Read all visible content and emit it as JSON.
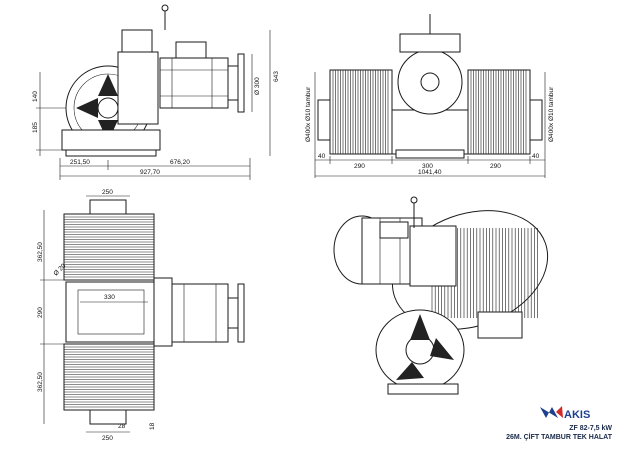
{
  "colors": {
    "line": "#1a1a1a",
    "logo_blue": "#1f3f8f",
    "logo_red": "#d42a2a"
  },
  "side_view": {
    "height_dims": [
      "140",
      "185"
    ],
    "overall_height": "643",
    "flange_dia": "Ø 300",
    "bottom_dims": [
      "251,50",
      "676,20"
    ],
    "overall_width": "927,70"
  },
  "front_view": {
    "drum_dia_left": "Ø400x Ø10 tambur",
    "drum_dia_right": "Ø400x Ø10 tambur",
    "segment_dims": [
      "40",
      "290",
      "300",
      "290",
      "40"
    ],
    "overall_width": "1041,40"
  },
  "top_view": {
    "top_dim": "250",
    "left_dims": [
      "362,50",
      "290",
      "362,50"
    ],
    "hole_dim": "Ø 20",
    "center_dim": "330",
    "bottom_dims": [
      "28",
      "18"
    ],
    "bottom_width": "250"
  },
  "logo": {
    "text": "AKIS"
  },
  "caption": {
    "line1": "ZF 82-7,5 kW",
    "line2": "26M. ÇİFT TAMBUR TEK HALAT"
  }
}
